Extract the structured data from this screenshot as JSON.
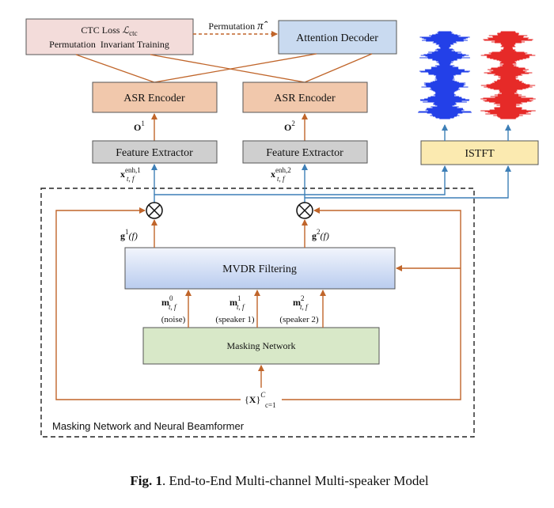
{
  "colors": {
    "orange_line": "#c0652a",
    "blue_line": "#3d7fb7",
    "ctc_fill": "#f3dcda",
    "decoder_fill": "#c9daf0",
    "encoder_fill": "#f1c8ac",
    "extractor_fill": "#cfcfcf",
    "istft_fill": "#fbeab0",
    "mvdr_top": "#f2f5fc",
    "mvdr_bottom": "#b9ccef",
    "masking_fill": "#d8e8c8",
    "wave_blue": "#2340e8",
    "wave_red": "#e62a28"
  },
  "ctc": {
    "line1": "CTC Loss",
    "line1_math": "ℒ",
    "line1_sub": "ctc",
    "line2": "Permutation  Invariant Training"
  },
  "permutation": {
    "label": "Permutation",
    "symbol": "π̂"
  },
  "decoder": {
    "label": "Attention Decoder"
  },
  "encoders": [
    {
      "label": "ASR Encoder",
      "output": "O",
      "sup": "1"
    },
    {
      "label": "ASR Encoder",
      "output": "O",
      "sup": "2"
    }
  ],
  "extractors": [
    {
      "label": "Feature Extractor",
      "input": "x",
      "sup": "enh,1",
      "sub": "t, f"
    },
    {
      "label": "Feature Extractor",
      "input": "x",
      "sup": "enh,2",
      "sub": "t, f"
    }
  ],
  "istft": {
    "label": "ISTFT"
  },
  "gains": [
    {
      "label": "g",
      "sup": "1",
      "arg": "(f)"
    },
    {
      "label": "g",
      "sup": "2",
      "arg": "(f)"
    }
  ],
  "mvdr": {
    "label": "MVDR Filtering"
  },
  "masks": [
    {
      "label": "m",
      "sup": "0",
      "sub": "t, f",
      "desc": "(noise)"
    },
    {
      "label": "m",
      "sup": "1",
      "sub": "t, f",
      "desc": "(speaker 1)"
    },
    {
      "label": "m",
      "sup": "2",
      "sub": "t, f",
      "desc": "(speaker 2)"
    }
  ],
  "masking": {
    "label": "Masking Network"
  },
  "input": {
    "open": "{",
    "label": "X",
    "close": "}",
    "sup": "C",
    "sub": "c=1"
  },
  "region": {
    "label": "Masking Network and Neural Beamformer"
  },
  "caption": {
    "bold": "Fig. 1",
    "rest": ". End-to-End Multi-channel Multi-speaker Model"
  }
}
